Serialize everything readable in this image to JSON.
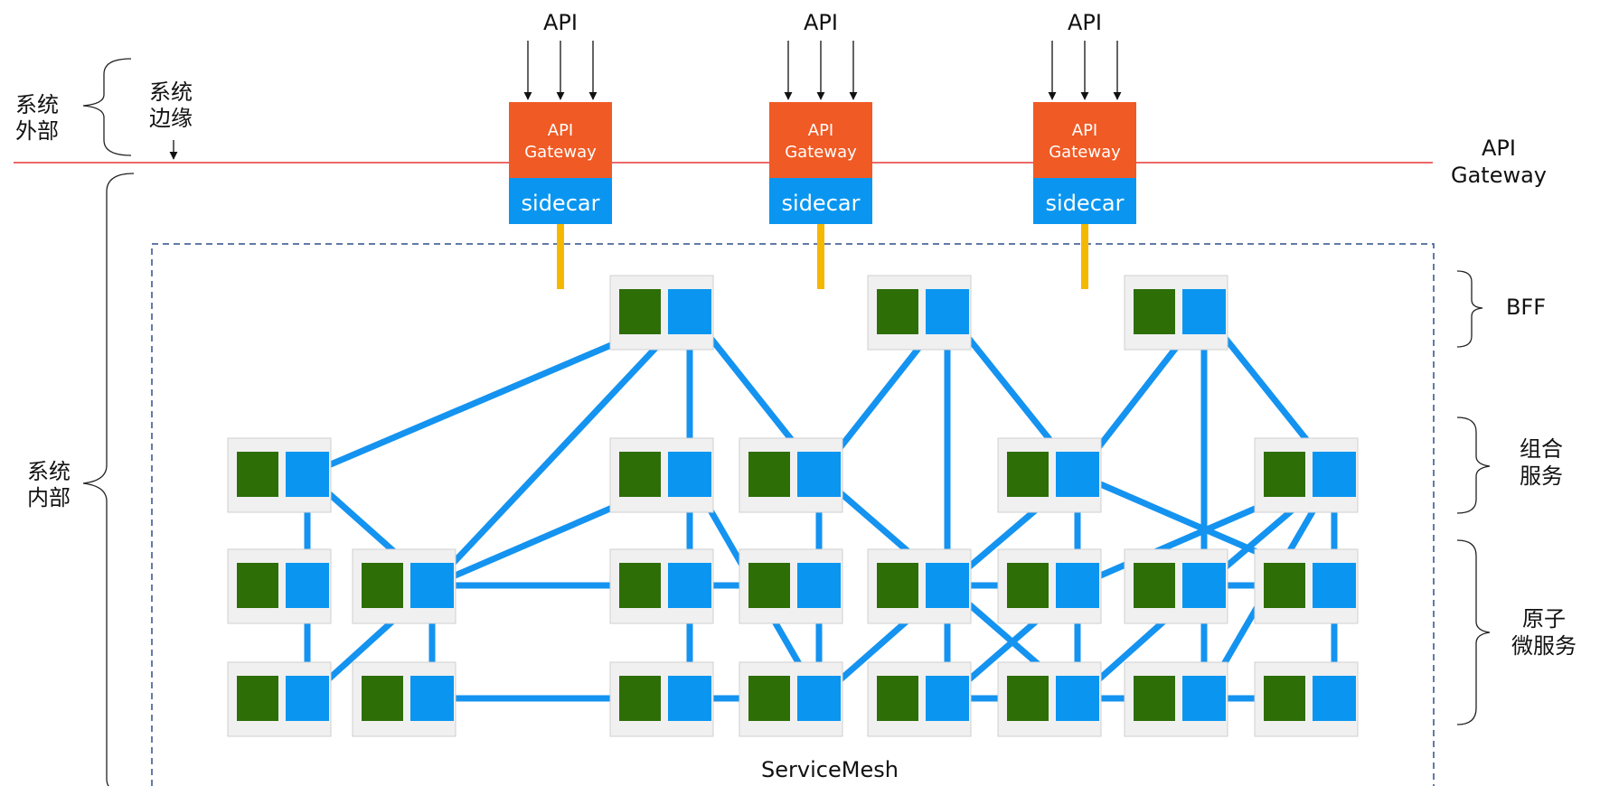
{
  "left_labels": {
    "outside_line1": "系统",
    "outside_line2": "外部",
    "edge_line1": "系统",
    "edge_line2": "边缘",
    "inside_line1": "系统",
    "inside_line2": "内部"
  },
  "right_labels": {
    "gateway_line1": "API",
    "gateway_line2": "Gateway",
    "bff": "BFF",
    "composite_line1": "组合",
    "composite_line2": "服务",
    "atomic_line1": "原子",
    "atomic_line2": "微服务"
  },
  "gateways": [
    {
      "api_label": "API",
      "title_line1": "API",
      "title_line2": "Gateway",
      "sidecar_label": "sidecar"
    },
    {
      "api_label": "API",
      "title_line1": "API",
      "title_line2": "Gateway",
      "sidecar_label": "sidecar"
    },
    {
      "api_label": "API",
      "title_line1": "API",
      "title_line2": "Gateway",
      "sidecar_label": "sidecar"
    }
  ],
  "mesh_label": "ServiceMesh",
  "colors": {
    "gateway": "#f05a24",
    "sidecar": "#0a96f0",
    "link": "#1493f0",
    "gateway_link": "#f5b800",
    "service": "#2d6e07",
    "node_bg": "#f0f0f0",
    "boundary": "#e53935",
    "mesh_border": "#2f4f8a"
  }
}
